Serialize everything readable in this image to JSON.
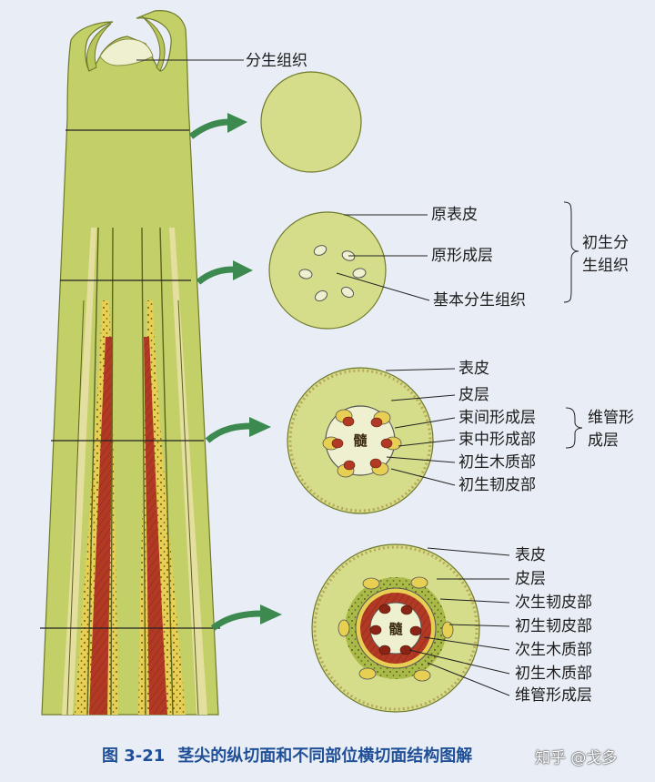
{
  "labels": {
    "meristem": "分生组织",
    "protoderm": "原表皮",
    "procambium": "原形成层",
    "ground_meristem": "基本分生组织",
    "primary_meristem_line1": "初生分",
    "primary_meristem_line2": "生组织",
    "s3_epidermis": "表皮",
    "s3_cortex": "皮层",
    "s3_interfascicular": "束间形成层",
    "s3_fascicular": "束中形成部",
    "s3_vascular_cambium_line1": "维管形",
    "s3_vascular_cambium_line2": "成层",
    "s3_primary_xylem": "初生木质部",
    "s3_primary_phloem": "初生韧皮部",
    "s4_epidermis": "表皮",
    "s4_cortex": "皮层",
    "s4_secondary_phloem": "次生韧皮部",
    "s4_primary_phloem": "初生韧皮部",
    "s4_secondary_xylem": "次生木质部",
    "s4_primary_xylem": "初生木质部",
    "s4_vascular_cambium": "维管形成层",
    "pith": "髓"
  },
  "caption": {
    "number": "图 3-21",
    "text": "茎尖的纵切面和不同部位横切面结构图解"
  },
  "watermark": "知乎 @戈多",
  "colors": {
    "background": "#e9eef6",
    "tissue": "#c3cf67",
    "tissue_dark": "#9aaa3c",
    "section_fill": "#d5dd8a",
    "pale_strand": "#e4df9e",
    "xylem": "#b23a25",
    "phloem": "#e6cf52",
    "arrow": "#3c8a4f",
    "caption": "#1f4f97"
  }
}
